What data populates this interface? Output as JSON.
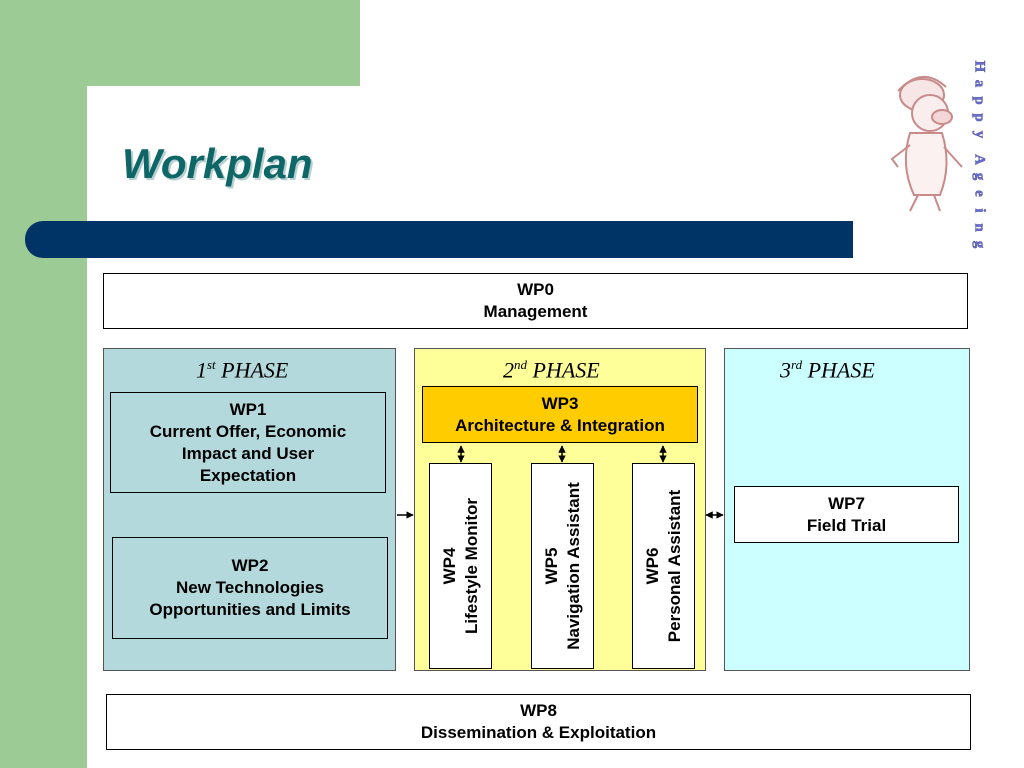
{
  "slide": {
    "title": "Workplan"
  },
  "logo": {
    "letters": [
      "H",
      "a",
      "p",
      "p",
      "y",
      "",
      "A",
      "g",
      "e",
      "i",
      "n",
      "g"
    ]
  },
  "wp0": {
    "code": "WP0",
    "name": "Management"
  },
  "phases": [
    {
      "ordinal": "1",
      "suffix": "st",
      "label": "PHASE"
    },
    {
      "ordinal": "2",
      "suffix": "nd",
      "label": "PHASE"
    },
    {
      "ordinal": "3",
      "suffix": "rd",
      "label": "PHASE"
    }
  ],
  "wp1": {
    "code": "WP1",
    "line1": "Current Offer, Economic",
    "line2": "Impact and User",
    "line3": "Expectation"
  },
  "wp2": {
    "code": "WP2",
    "line1": "New Technologies",
    "line2": "Opportunities and Limits"
  },
  "wp3": {
    "code": "WP3",
    "name": "Architecture & Integration"
  },
  "wp4": {
    "code": "WP4",
    "name": "Lifestyle Monitor"
  },
  "wp5": {
    "code": "WP5",
    "name": "Navigation Assistant"
  },
  "wp6": {
    "code": "WP6",
    "name": "Personal Assistant"
  },
  "wp7": {
    "code": "WP7",
    "name": "Field Trial"
  },
  "wp8": {
    "code": "WP8",
    "name": "Dissemination & Exploitation"
  },
  "colors": {
    "title": "#0e6666",
    "green": "#9ccb95",
    "bar": "#003366",
    "phase1": "#b4d9dd",
    "phase2": "#ffff99",
    "phase3": "#ccffff",
    "wp3": "#ffcc00"
  }
}
